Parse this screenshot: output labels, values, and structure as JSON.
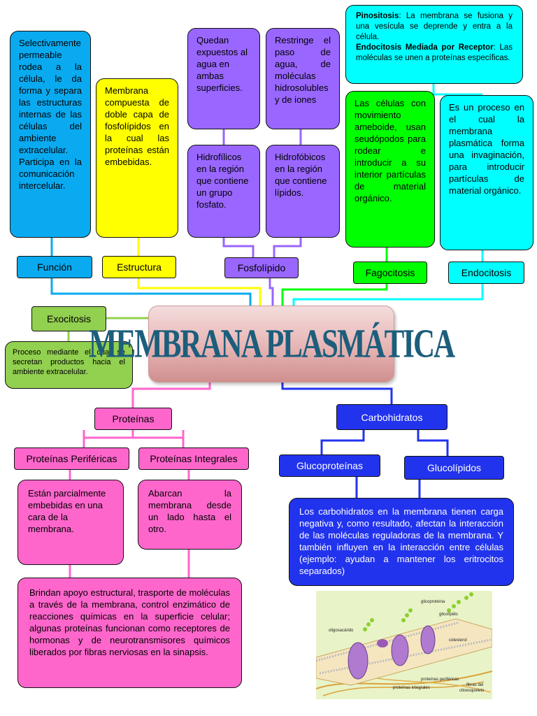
{
  "title": "MEMBRANA PLASMÁTICA",
  "labels": {
    "funcion": "Función",
    "estructura": "Estructura",
    "fosfolipido": "Fosfolípido",
    "fagocitosis": "Fagocitosis",
    "endocitosis": "Endocitosis",
    "exocitosis": "Exocitosis",
    "proteinas": "Proteínas",
    "prot_perifericas": "Proteínas Periféricas",
    "prot_integrales": "Proteínas Integrales",
    "carbohidratos": "Carbohidratos",
    "glucoproteinas": "Glucoproteínas",
    "glucolipidos": "Glucolípidos"
  },
  "texts": {
    "funcion": "Selectivamente permeable rodea a la célula, le da forma y separa las estructuras internas de las células del ambiente extracelular. Participa en la comunicación intercelular.",
    "estructura": "Membrana compuesta de doble capa de fosfolípidos en la cual las proteínas están embebidas.",
    "expuestos": "Quedan expuestos al agua en ambas superficies.",
    "restringe": "Restringe el paso de agua, de moléculas hidrosolubles y de iones",
    "hidrofilicos": "Hidrofílicos en la región que contiene un grupo fosfato.",
    "hidrofobicos": "Hidrofóbicos en la región que contiene lípidos.",
    "pinocitosis_term": "Pinositosis",
    "pinocitosis_desc": ": La membrana se fusiona y una vesícula se deprende y entra a la célula.",
    "endocitosis_mediada_term": "Endocitosis Mediada por Receptor",
    "endocitosis_mediada_desc": ": Las moléculas se unen a proteínas específicas.",
    "fagocitosis": "Las células con movimiento ameboide, usan seudópodos para rodear e introducir a su interior partículas de material orgánico.",
    "endocitosis": "Es un proceso en el cual la membrana plasmática forma una invaginación, para introducir partículas de material orgánico.",
    "exocitosis": "Proceso mediante el cual se secretan productos hacia el ambiente extracelular.",
    "perifericas": "Están parcialmente embebidas en una cara de la membrana.",
    "integrales": "Abarcan la membrana desde un lado hasta el otro.",
    "proteinas_funcion": "Brindan apoyo estructural, trasporte de moléculas a través de la membrana, control enzimático de reacciones químicas en la superficie celular; algunas proteínas funcionan como receptores de hormonas y de neurotransmisores químicos liberados por fibras nerviosas en la sinapsis.",
    "carbohidratos": "Los carbohidratos en la membrana tienen carga negativa y, como resultado, afectan la interacción de las moléculas reguladoras de la membrana. Y también influyen en la interacción entre células (ejemplo: ayudan a mantener los eritrocitos separados)"
  },
  "illustration": {
    "glicoproteina": "glicoproteína",
    "glicolipido": "glicolípido",
    "oligosacarido": "oligosacárido",
    "colesterol": "colesterol",
    "proteinas_perifericas": "proteínas periféricas",
    "proteinas_integrales": "proteínas integrales",
    "fibras_citoesqueleto_1": "fibras del",
    "fibras_citoesqueleto_2": "citoesqueleto"
  },
  "colors": {
    "blue_box": "#0aaaf0",
    "yellow_box": "#ffff00",
    "purple_box": "#9966ff",
    "green_box": "#00ff00",
    "cyan_box": "#00ffff",
    "light_green_box": "#92d050",
    "pink_box": "#ff66cc",
    "dark_blue_box": "#2233ee"
  }
}
